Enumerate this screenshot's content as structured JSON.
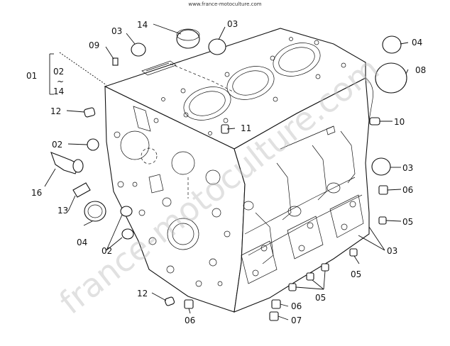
{
  "source_url": "www.france-motoculture.com",
  "watermark": "france-motoculture.com",
  "labels": {
    "l01": "01",
    "l02_range_top": "02",
    "l02_range_tilde": "~",
    "l02_range_bottom": "14",
    "l02a": "02",
    "l02b": "02",
    "l03a": "03",
    "l03b": "03",
    "l03c": "03",
    "l03d": "03",
    "l04a": "04",
    "l04b": "04",
    "l05a": "05",
    "l05b": "05",
    "l05c": "05",
    "l06a": "06",
    "l06b": "06",
    "l06c": "06",
    "l07": "07",
    "l08": "08",
    "l09": "09",
    "l10": "10",
    "l11": "11",
    "l12a": "12",
    "l12b": "12",
    "l13": "13",
    "l14": "14",
    "l16": "16"
  }
}
